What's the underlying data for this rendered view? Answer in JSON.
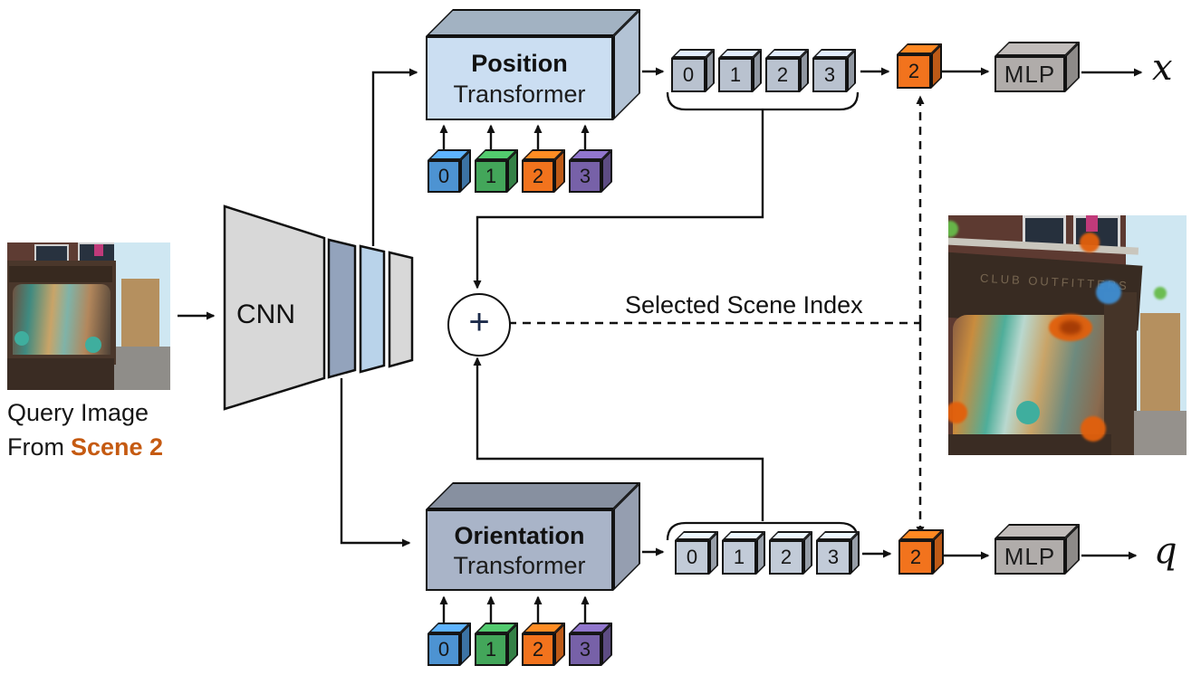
{
  "query": {
    "caption_line1": "Query Image",
    "caption_prefix": "From",
    "scene_label": "Scene 2"
  },
  "cnn": {
    "label": "CNN"
  },
  "fusion": {
    "plus_label": "+",
    "selected_scene_label": "Selected Scene Index"
  },
  "scene_tokens": {
    "labels": [
      "0",
      "1",
      "2",
      "3"
    ]
  },
  "position_branch": {
    "title": "Position",
    "subtitle": "Transformer",
    "output_tokens": [
      "0",
      "1",
      "2",
      "3"
    ],
    "selected_token": "2",
    "mlp_label": "MLP",
    "output_symbol": "x"
  },
  "orientation_branch": {
    "title": "Orientation",
    "subtitle": "Transformer",
    "output_tokens": [
      "0",
      "1",
      "2",
      "3"
    ],
    "selected_token": "2",
    "mlp_label": "MLP",
    "output_symbol": "q"
  },
  "scene_image": {
    "sign_text": "CLUB OUTFITTERS"
  },
  "colors": {
    "scene_cubes": [
      "#4d93d2",
      "#43a65a",
      "#f2731d",
      "#7761a8"
    ],
    "selected_cube": "#f2731d",
    "output_token": "#b9c2cf",
    "output_token_bottom": "#c2cbd8",
    "position_box": "#cbdef2",
    "orientation_box": "#a9b4c8",
    "mlp_box": "#b0acaa",
    "cnn_body": "#d8d8d8",
    "scene_label_text": "#c55a11",
    "attention_orange": "#e2600c",
    "attention_blue": "#3f8ed2",
    "attention_green": "#67bb4a"
  }
}
